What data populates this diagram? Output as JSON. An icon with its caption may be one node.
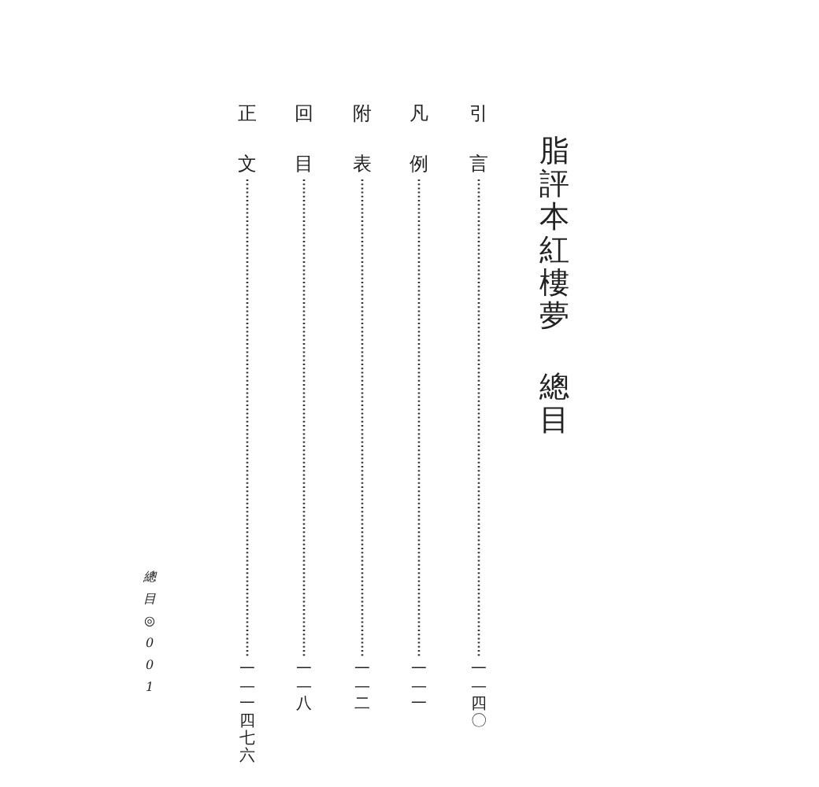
{
  "diagram": {
    "title": "脂評本紅樓夢總目",
    "nodes": [
      {
        "text": [
          "引言"
        ]
      },
      {
        "text": [
          "一—四〇"
        ]
      },
      {
        "text": [
          "凡例"
        ]
      },
      {
        "text": [
          "一—一"
        ]
      },
      {
        "text": [
          "附表"
        ]
      },
      {
        "text": [
          "一—二"
        ]
      },
      {
        "text": [
          "回目"
        ]
      },
      {
        "text": [
          "一—八"
        ]
      },
      {
        "text": [
          "正文"
        ]
      },
      {
        "text": [
          "一—一四七六"
        ]
      }
    ],
    "edges": [
      {
        "from": 0,
        "to": 1,
        "arrow": "none",
        "style": "dashed"
      },
      {
        "from": 2,
        "to": 3,
        "arrow": "none",
        "style": "dashed"
      },
      {
        "from": 4,
        "to": 5,
        "arrow": "none",
        "style": "dashed"
      },
      {
        "from": 6,
        "to": 7,
        "arrow": "none",
        "style": "dashed"
      },
      {
        "from": 8,
        "to": 9,
        "arrow": "none",
        "style": "dashed"
      }
    ],
    "labels": [
      "總目◎001"
    ]
  }
}
